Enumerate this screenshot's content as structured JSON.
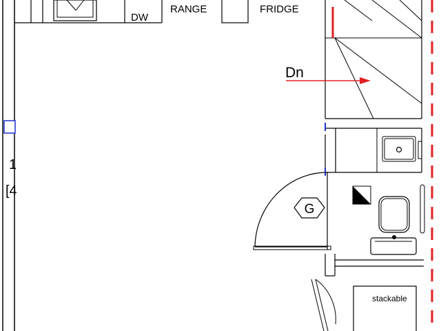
{
  "labels": {
    "dw": "DW",
    "range": "RANGE",
    "fridge": "FRIDGE",
    "stairs_direction": "Dn",
    "gas_symbol": "G",
    "stackable": "stackable",
    "left_edge_dim_1": "1",
    "left_edge_dim_2": "[4"
  },
  "colors": {
    "wall": "#000000",
    "annotation_red": "#e02020",
    "window_blue": "#2030d0"
  }
}
